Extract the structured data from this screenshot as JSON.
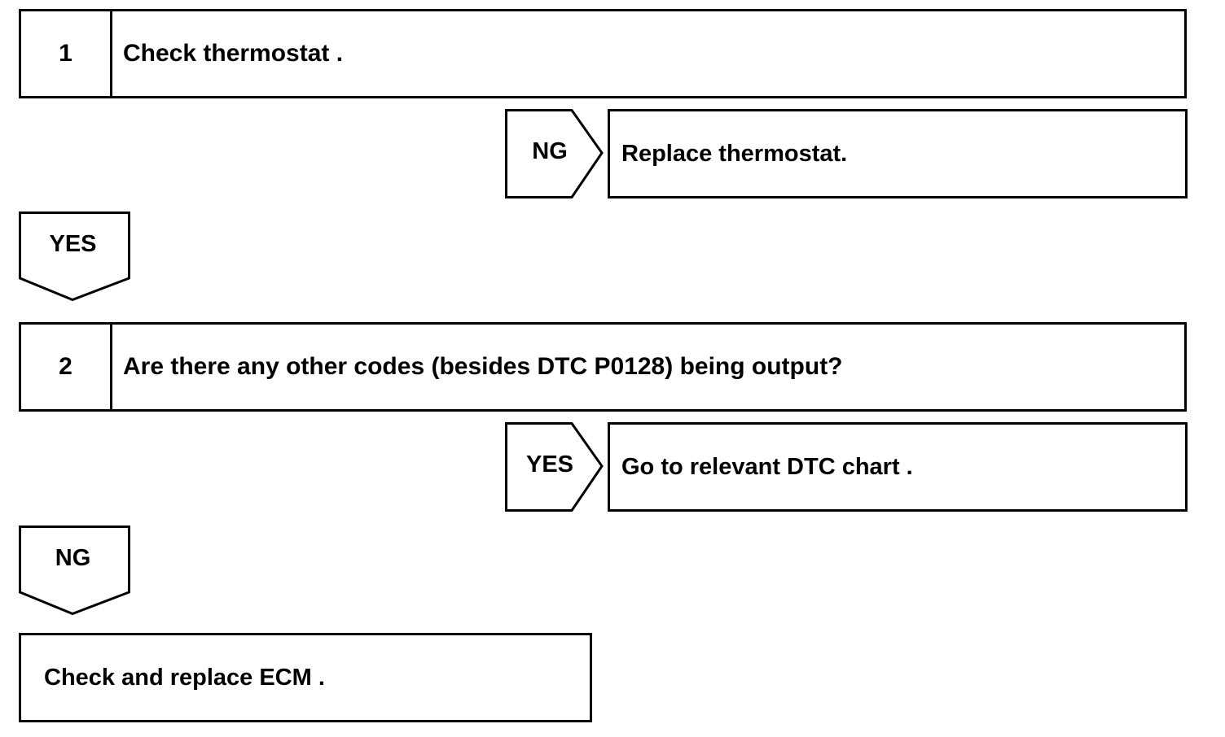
{
  "steps": [
    {
      "number": "1",
      "text": "Check thermostat .",
      "branch": {
        "label": "NG",
        "result": "Replace thermostat."
      },
      "continue_label": "YES"
    },
    {
      "number": "2",
      "text": "Are there any other codes (besides DTC P0128) being output?",
      "branch": {
        "label": "YES",
        "result": "Go to relevant DTC chart ."
      },
      "continue_label": "NG"
    }
  ],
  "final_action": "Check and replace ECM ."
}
